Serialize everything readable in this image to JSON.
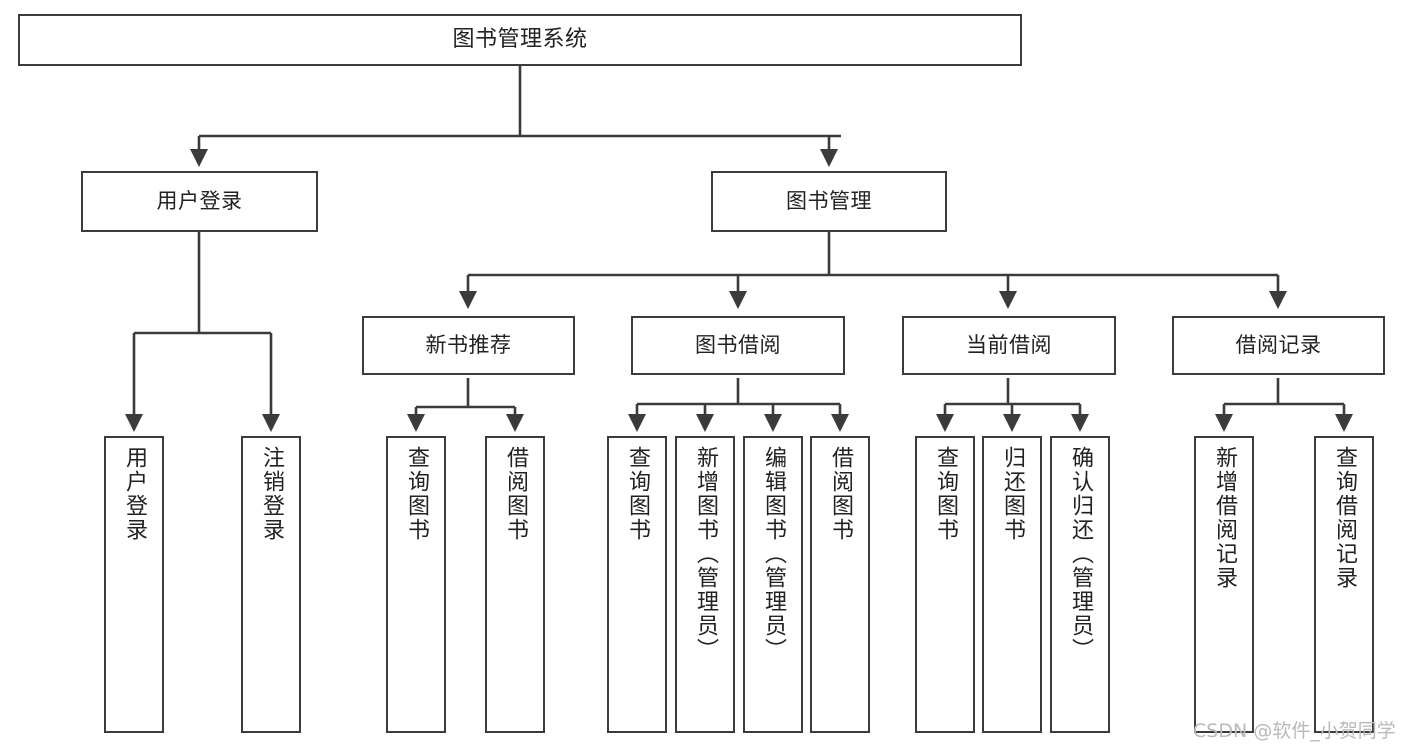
{
  "diagram": {
    "title": "图书管理系统",
    "type": "tree-hierarchy",
    "stroke_color": "#3b3b3b",
    "fill_color": "#ffffff",
    "text_color": "#222222"
  },
  "nodes": {
    "root": {
      "label": "图书管理系统"
    },
    "level2": [
      {
        "label": "用户登录"
      },
      {
        "label": "图书管理"
      }
    ],
    "level3": [
      {
        "label": "新书推荐"
      },
      {
        "label": "图书借阅"
      },
      {
        "label": "当前借阅"
      },
      {
        "label": "借阅记录"
      }
    ],
    "leaves": {
      "user_login": [
        {
          "label": "用户登录"
        },
        {
          "label": "注销登录"
        }
      ],
      "new_book": [
        {
          "label": "查询图书"
        },
        {
          "label": "借阅图书"
        }
      ],
      "book_borrow": [
        {
          "label": "查询图书"
        },
        {
          "label": "新增图书（管理员）"
        },
        {
          "label": "编辑图书（管理员）"
        },
        {
          "label": "借阅图书"
        }
      ],
      "current_borrow": [
        {
          "label": "查询图书"
        },
        {
          "label": "归还图书"
        },
        {
          "label": "确认归还（管理员）"
        }
      ],
      "borrow_record": [
        {
          "label": "新增借阅记录"
        },
        {
          "label": "查询借阅记录"
        }
      ]
    }
  },
  "watermark": {
    "text": "CSDN @软件_小贺同学"
  }
}
